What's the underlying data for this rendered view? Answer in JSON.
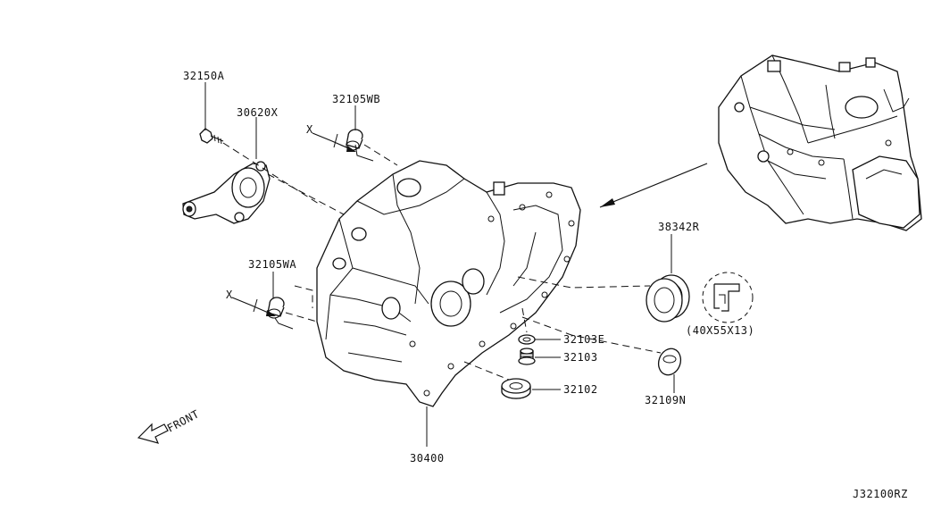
{
  "parts": {
    "bolt_32150A": "32150A",
    "bearing_30620X": "30620X",
    "dowel_32105WB": "32105WB",
    "dowel_32105WA": "32105WA",
    "seal_38342R": "38342R",
    "seal_size": "(40X55X13)",
    "washer_32103E": "32103E",
    "plug_32103": "32103",
    "plug_32102": "32102",
    "seal_32109N": "32109N",
    "case_30400": "30400"
  },
  "marks": {
    "x_upper": "X",
    "x_lower": "X",
    "front": "FRONT"
  },
  "diagram_code": "J32100RZ"
}
